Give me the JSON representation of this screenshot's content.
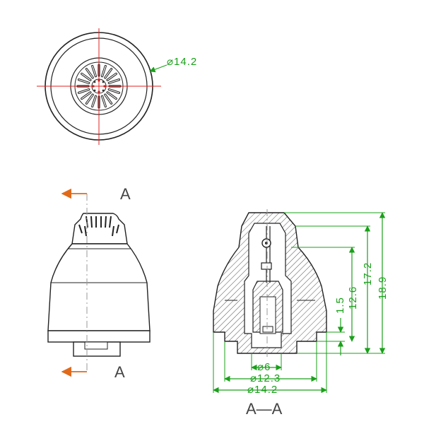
{
  "top_view": {
    "diameter_label": "⌀14.2"
  },
  "side_view": {
    "section_marker_top": "A",
    "section_marker_bottom": "A"
  },
  "section_view": {
    "title": "A—A",
    "dims": {
      "d6": "⌀6",
      "d12_3": "⌀12.3",
      "d14_2": "⌀14.2",
      "h1_5": "1.5",
      "h12_6": "12.6",
      "h17_2": "17.2",
      "h18_9": "18.9"
    }
  },
  "colors": {
    "outline": "#222222",
    "centerline": "#e02020",
    "dimension": "#1aa01a",
    "section_arrow": "#e06a1a"
  }
}
